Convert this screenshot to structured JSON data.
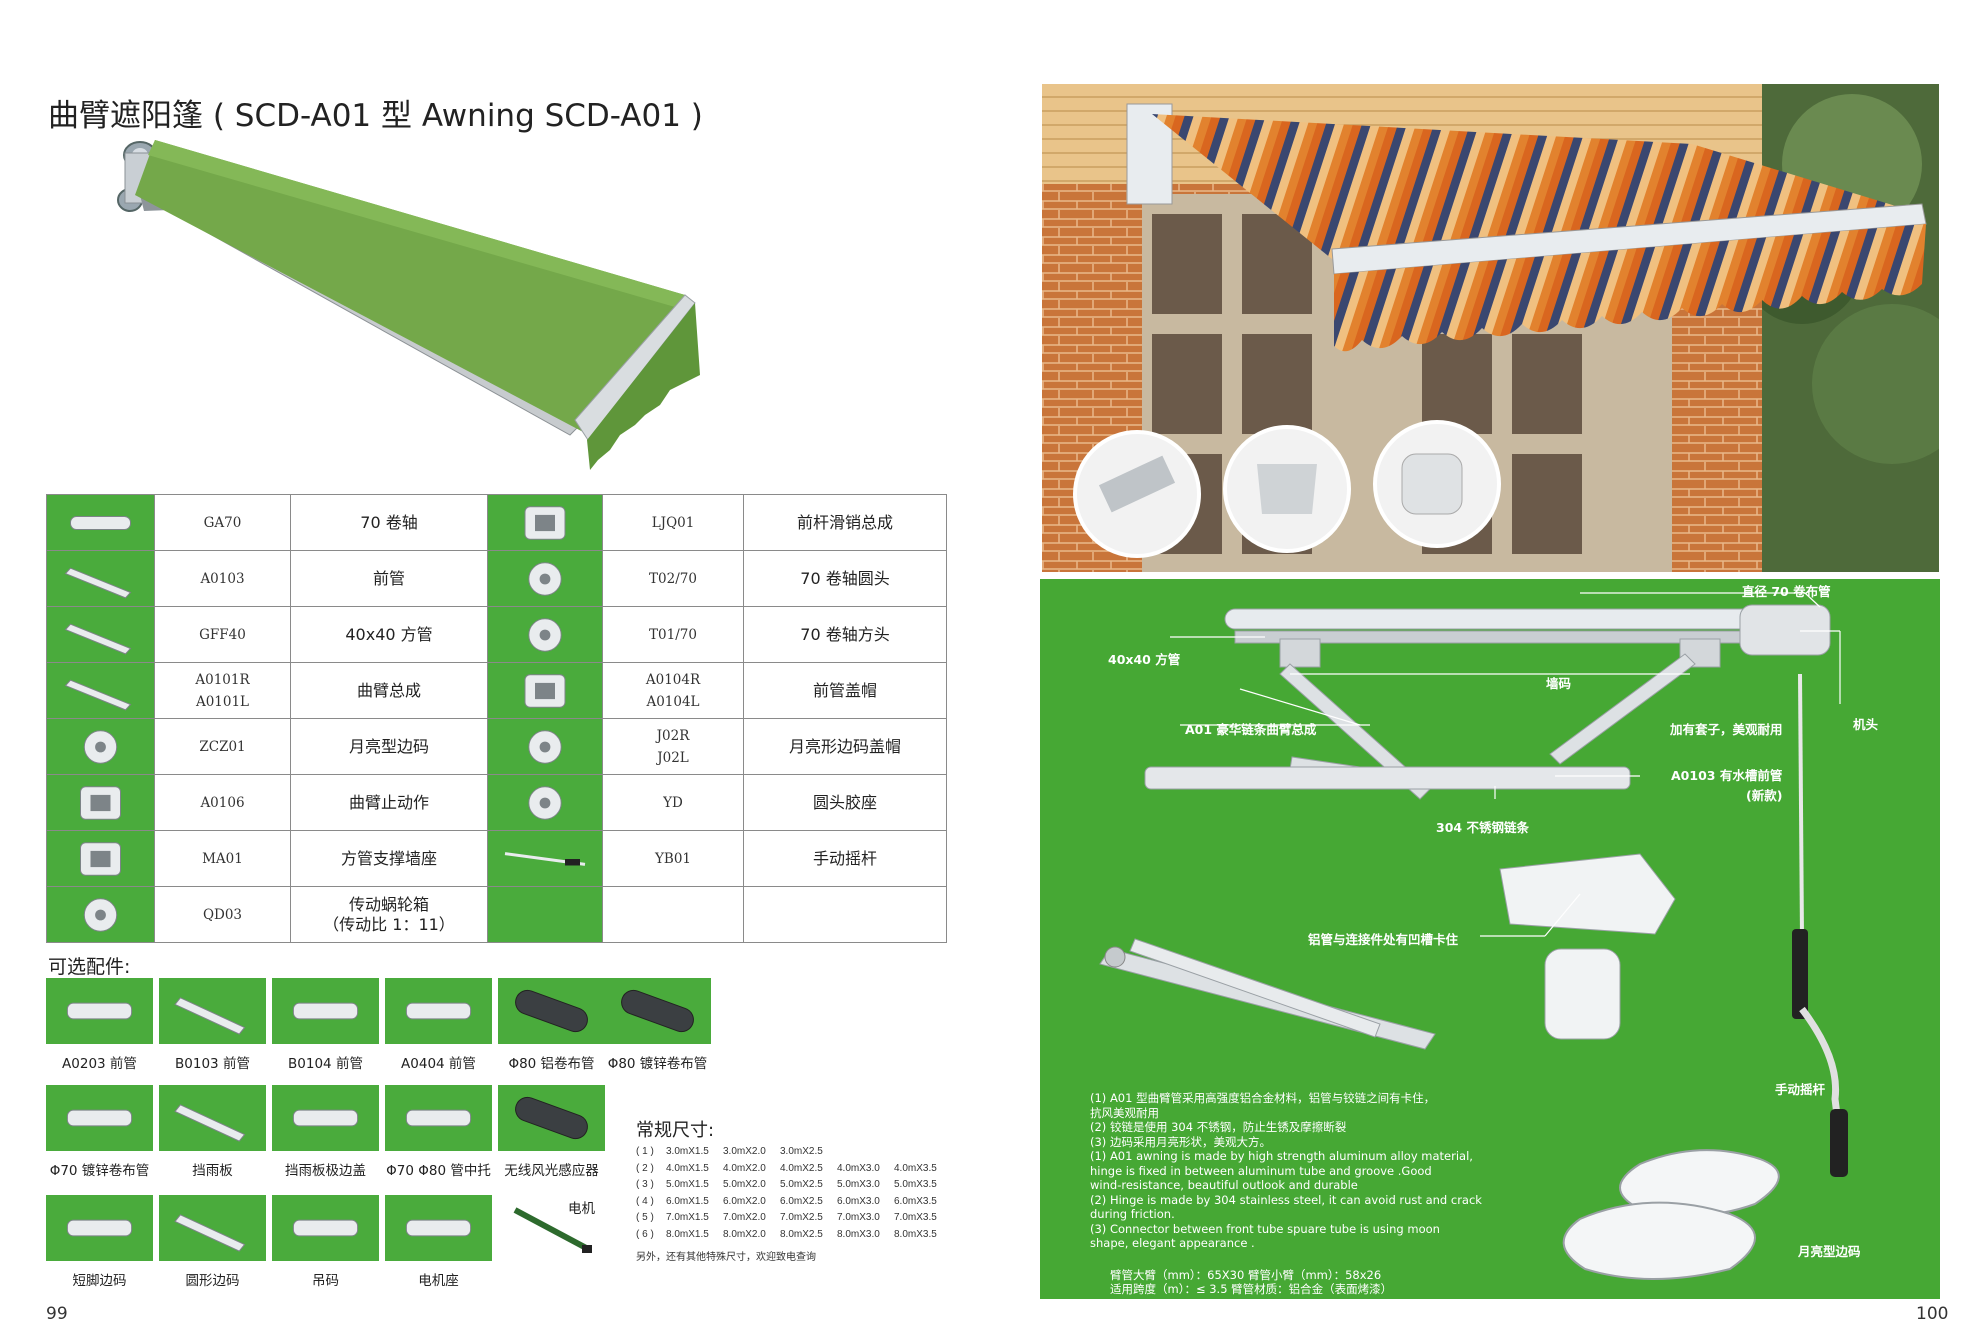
{
  "title": "曲臂遮阳篷 ( SCD-A01 型  Awning SCD-A01 )",
  "parts": [
    {
      "left": {
        "code": "GA70",
        "name": "70 卷轴",
        "icon": "roller-tube-icon"
      },
      "right": {
        "code": "LJQ01",
        "name": "前杆滑销总成",
        "icon": "slide-pin-icon"
      }
    },
    {
      "left": {
        "code": "A0103",
        "name": "前管",
        "icon": "front-tube-icon"
      },
      "right": {
        "code": "T02/70",
        "name": "70 卷轴圆头",
        "icon": "round-head-icon"
      }
    },
    {
      "left": {
        "code": "GFF40",
        "name": "40x40 方管",
        "icon": "square-tube-icon"
      },
      "right": {
        "code": "T01/70",
        "name": "70 卷轴方头",
        "icon": "square-head-icon"
      }
    },
    {
      "left": {
        "code": "A0101R\nA0101L",
        "name": "曲臂总成",
        "icon": "folding-arm-icon"
      },
      "right": {
        "code": "A0104R\nA0104L",
        "name": "前管盖帽",
        "icon": "end-cap-icon"
      }
    },
    {
      "left": {
        "code": "ZCZ01",
        "name": "月亮型边码",
        "icon": "moon-bracket-icon"
      },
      "right": {
        "code": "J02R\nJ02L",
        "name": "月亮形边码盖帽",
        "icon": "bracket-cap-icon"
      }
    },
    {
      "left": {
        "code": "A0106",
        "name": "曲臂止动作",
        "icon": "arm-stopper-icon"
      },
      "right": {
        "code": "YD",
        "name": "圆头胶座",
        "icon": "rubber-seat-icon"
      }
    },
    {
      "left": {
        "code": "MA01",
        "name": "方管支撑墙座",
        "icon": "wall-bracket-icon"
      },
      "right": {
        "code": "YB01",
        "name": "手动摇杆",
        "icon": "hand-crank-icon"
      }
    },
    {
      "left": {
        "code": "QD03",
        "name": "传动蜗轮箱\n（传动比 1：11）",
        "icon": "gearbox-icon"
      },
      "right": null
    }
  ],
  "optional_title": "可选配件:",
  "optional_row1": [
    {
      "label": "A0203 前管",
      "icon": "front-tube-a0203-icon"
    },
    {
      "label": "B0103 前管",
      "icon": "front-tube-b0103-icon"
    },
    {
      "label": "B0104 前管",
      "icon": "front-tube-b0104-icon"
    },
    {
      "label": "A0404 前管",
      "icon": "front-tube-a0404-icon"
    },
    {
      "label": "Φ80 铝卷布管",
      "icon": "aluminum-roller-icon"
    },
    {
      "label": "Φ80 镀锌卷布管",
      "icon": "galvanized-roller-icon"
    }
  ],
  "optional_row2": [
    {
      "label": "Φ70 镀锌卷布管",
      "icon": "galvanized-roller-70-icon"
    },
    {
      "label": "挡雨板",
      "icon": "rain-shield-icon"
    },
    {
      "label": "挡雨板极边盖",
      "icon": "rain-shield-cap-icon"
    },
    {
      "label": "Φ70  Φ80 管中托",
      "icon": "tube-support-icon"
    },
    {
      "label": "无线风光感应器",
      "icon": "wind-sensor-icon"
    }
  ],
  "optional_row3": [
    {
      "label": "短脚边码",
      "icon": "short-bracket-icon"
    },
    {
      "label": "圆形边码",
      "icon": "round-bracket-icon"
    },
    {
      "label": "吊码",
      "icon": "hanging-bracket-icon"
    },
    {
      "label": "电机座",
      "icon": "motor-seat-icon"
    },
    {
      "label": "",
      "icon": "motor-icon"
    }
  ],
  "motor_label": "电机",
  "sizes_title": "常规尺寸:",
  "sizes": [
    [
      "( 1 )",
      "3.0mX1.5",
      "3.0mX2.0",
      "3.0mX2.5",
      "",
      ""
    ],
    [
      "( 2 )",
      "4.0mX1.5",
      "4.0mX2.0",
      "4.0mX2.5",
      "4.0mX3.0",
      "4.0mX3.5"
    ],
    [
      "( 3 )",
      "5.0mX1.5",
      "5.0mX2.0",
      "5.0mX2.5",
      "5.0mX3.0",
      "5.0mX3.5"
    ],
    [
      "( 4 )",
      "6.0mX1.5",
      "6.0mX2.0",
      "6.0mX2.5",
      "6.0mX3.0",
      "6.0mX3.5"
    ],
    [
      "( 5 )",
      "7.0mX1.5",
      "7.0mX2.0",
      "7.0mX2.5",
      "7.0mX3.0",
      "7.0mX3.5"
    ],
    [
      "( 6 )",
      "8.0mX1.5",
      "8.0mX2.0",
      "8.0mX2.5",
      "8.0mX3.0",
      "8.0mX3.5"
    ]
  ],
  "sizes_note": "另外，还有其他特殊尺寸，欢迎致电查询",
  "diagram": {
    "label_roller": "直径 70 卷布管",
    "label_square": "40x40 方管",
    "label_wall": "墙码",
    "label_arm": "A01 豪华链条曲臂总成",
    "label_cap": "加有套子，美观耐用",
    "label_head": "机头",
    "label_front": "A0103 有水槽前管",
    "label_front_new": "(新款)",
    "label_chain": "304 不锈钢链条",
    "label_groove": "铝管与连接件处有凹槽卡住",
    "label_crank": "手动摇杆",
    "label_moon": "月亮型边码",
    "notes": [
      "(1)  A01 型曲臂管采用高强度铝合金材料，铝管与铰链之间有卡住，",
      "       抗风美观耐用",
      "(2)  铰链是使用 304 不锈钢，防止生锈及摩擦断裂",
      "(3)  边码采用月亮形状，美观大方。",
      "(1)  A01 awning is made by high strength aluminum alloy material,",
      "       hinge is fixed in between aluminum tube and groove .Good",
      "       wind-resistance, beautiful outlook and durable",
      "(2)  Hinge is made by 304 stainless steel, it can avoid rust and crack",
      "       during friction.",
      "(3)  Connector between front tube spuare tube is using moon",
      "       shape, elegant appearance ."
    ],
    "spec1": "臂管大臂（mm）：65X30   臂管小臂（mm）：58x26",
    "spec2": "适用跨度（m）：≤ 3.5        臂管材质：铝合金（表面烤漆）"
  },
  "page_left": "99",
  "page_right": "100",
  "colors": {
    "green": "#4aab3c",
    "diagram_green": "#46a834",
    "awning_green": "#6aa042"
  }
}
